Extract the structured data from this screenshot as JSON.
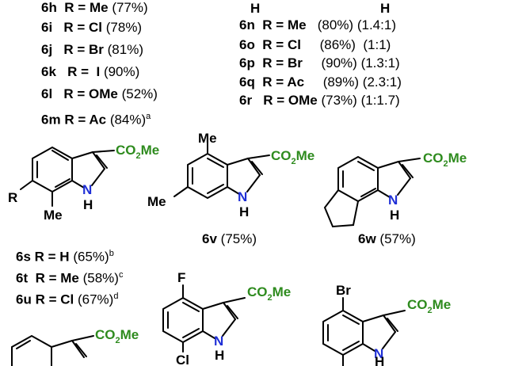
{
  "compounds_left": [
    {
      "id": "6h",
      "r": "R = Me",
      "yield": "(77%)",
      "note": ""
    },
    {
      "id": "6i",
      "r": "R = Cl",
      "yield": "(78%)",
      "note": ""
    },
    {
      "id": "6j",
      "r": "R = Br",
      "yield": "(81%)",
      "note": ""
    },
    {
      "id": "6k",
      "r": "R =  I",
      "yield": "(90%)",
      "note": ""
    },
    {
      "id": "6l",
      "r": "R = OMe",
      "yield": "(52%)",
      "note": ""
    },
    {
      "id": "6m",
      "r": "R = Ac",
      "yield": "(84%)",
      "note": "a"
    }
  ],
  "compounds_right": [
    {
      "id": "6n",
      "r": "R = Me",
      "yield": "(80%)",
      "ratio": "(1.4:1)"
    },
    {
      "id": "6o",
      "r": "R = Cl",
      "yield": "(86%)",
      "ratio": "(1:1)"
    },
    {
      "id": "6p",
      "r": "R = Br",
      "yield": "(90%)",
      "ratio": "(1.3:1)"
    },
    {
      "id": "6q",
      "r": "R = Ac",
      "yield": "(89%)",
      "ratio": "(2.3:1)"
    },
    {
      "id": "6r",
      "r": "R = OMe",
      "yield": "(73%)",
      "ratio": "(1:1.7)"
    }
  ],
  "compounds_mid": [
    {
      "id": "6s",
      "r": "R = H",
      "yield": "(65%)",
      "note": "b"
    },
    {
      "id": "6t",
      "r": "R = Me",
      "yield": "(58%)",
      "note": "c"
    },
    {
      "id": "6u",
      "r": "R = Cl",
      "yield": "(67%)",
      "note": "d"
    }
  ],
  "caption_6v": {
    "id": "6v",
    "yield": "(75%)"
  },
  "caption_6w": {
    "id": "6w",
    "yield": "(57%)"
  },
  "labels": {
    "h": "H",
    "r": "R",
    "me": "Me",
    "nh_n": "N",
    "f": "F",
    "cl": "Cl",
    "br": "Br"
  },
  "ester": {
    "prefix": "CO",
    "sub": "2",
    "suffix": "Me"
  },
  "colors": {
    "ester": "#2e8b1e",
    "nitrogen": "#1f2fd6",
    "text": "#000000"
  }
}
